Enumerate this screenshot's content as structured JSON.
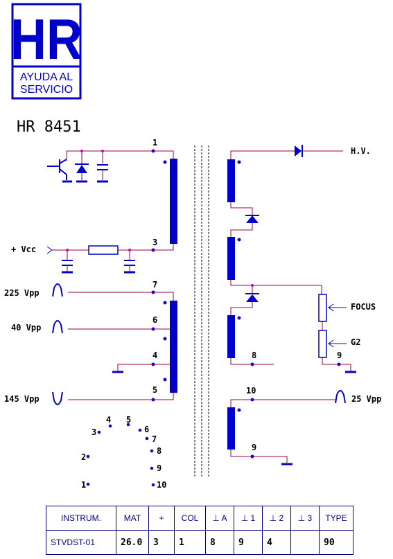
{
  "logo": {
    "letters": "HR",
    "line1": "AYUDA AL",
    "line2": "SERVICIO"
  },
  "title": "HR 8451",
  "colors": {
    "brand": "#0000cc",
    "wire": "#a0003c",
    "core": "#000000",
    "dot": "#2200cc"
  },
  "pins_primary": [
    "1",
    "3",
    "7",
    "6",
    "4",
    "5"
  ],
  "pins_secondary": [
    "8",
    "9",
    "10",
    "9"
  ],
  "labels": {
    "vcc": "+ Vcc",
    "p225": "225 Vpp",
    "p40": "40 Vpp",
    "p145": "145 Vpp",
    "hv": "H.V.",
    "focus": "FOCUS",
    "g2": "G2",
    "p25": "25 Vpp"
  },
  "pinout": [
    "1",
    "2",
    "3",
    "4",
    "5",
    "6",
    "7",
    "8",
    "9",
    "10"
  ],
  "table": {
    "headers": [
      "INSTRUM.",
      "MAT",
      "+",
      "COL",
      "⊥ A",
      "⊥ 1",
      "⊥ 2",
      "⊥ 3",
      "TYPE"
    ],
    "values": [
      "STVDST-01",
      "26.0",
      "3",
      "1",
      "8",
      "9",
      "4",
      "",
      "90"
    ]
  }
}
